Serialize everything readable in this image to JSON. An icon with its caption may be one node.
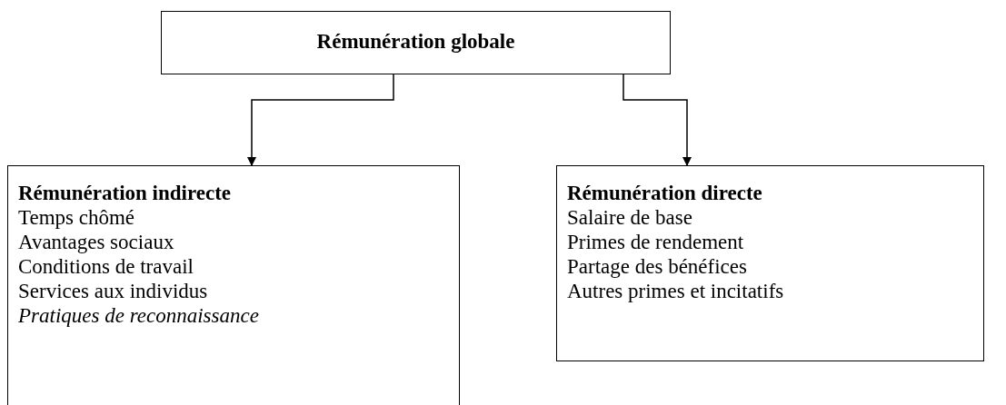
{
  "diagram": {
    "nodes": [
      {
        "text": [
          "Rémunération globale"
        ]
      },
      {
        "text": [
          "Rémunération indirecte",
          "Temps chômé",
          "Avantages sociaux",
          "Conditions de travail",
          "Services aux individus",
          "*Pratiques de reconnaissance*"
        ]
      },
      {
        "text": [
          "Rémunération directe",
          "Salaire de base",
          "Primes de rendement",
          "Partage des bénéfices",
          "Autres primes et incitatifs"
        ]
      }
    ],
    "edges": [
      {
        "from": 0,
        "to": 1,
        "arrow": "to"
      },
      {
        "from": 0,
        "to": 2,
        "arrow": "to"
      }
    ]
  }
}
